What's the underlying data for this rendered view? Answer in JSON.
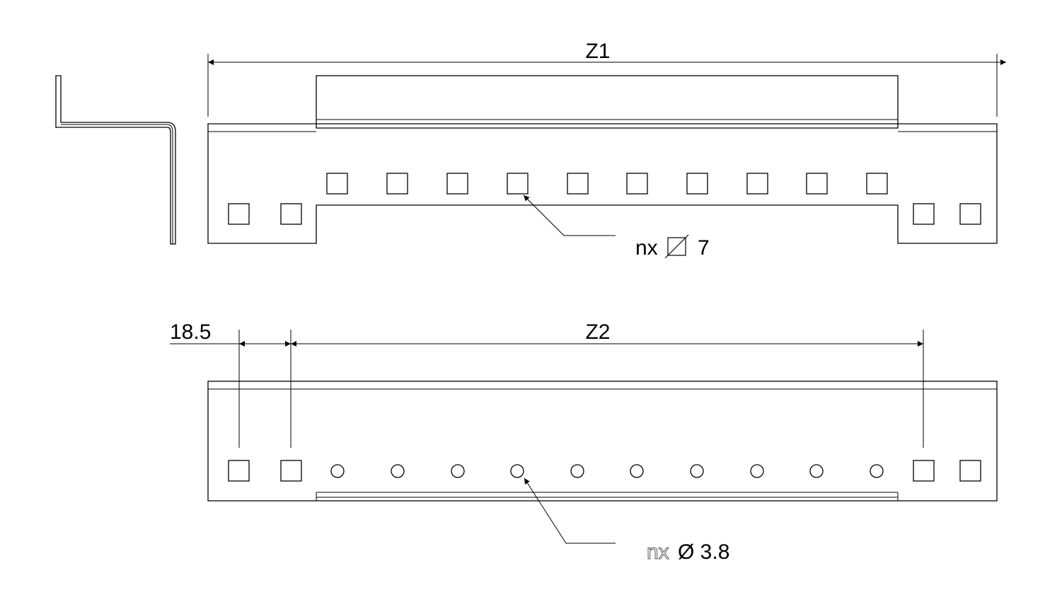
{
  "dimensions": {
    "overall_length": "Z1",
    "hole_span": "Z2",
    "edge_offset": "18.5"
  },
  "callouts": {
    "square_holes": {
      "prefix": "nx",
      "size": "7"
    },
    "round_holes": {
      "prefix": "nx",
      "size": "Ø 3.8"
    }
  }
}
